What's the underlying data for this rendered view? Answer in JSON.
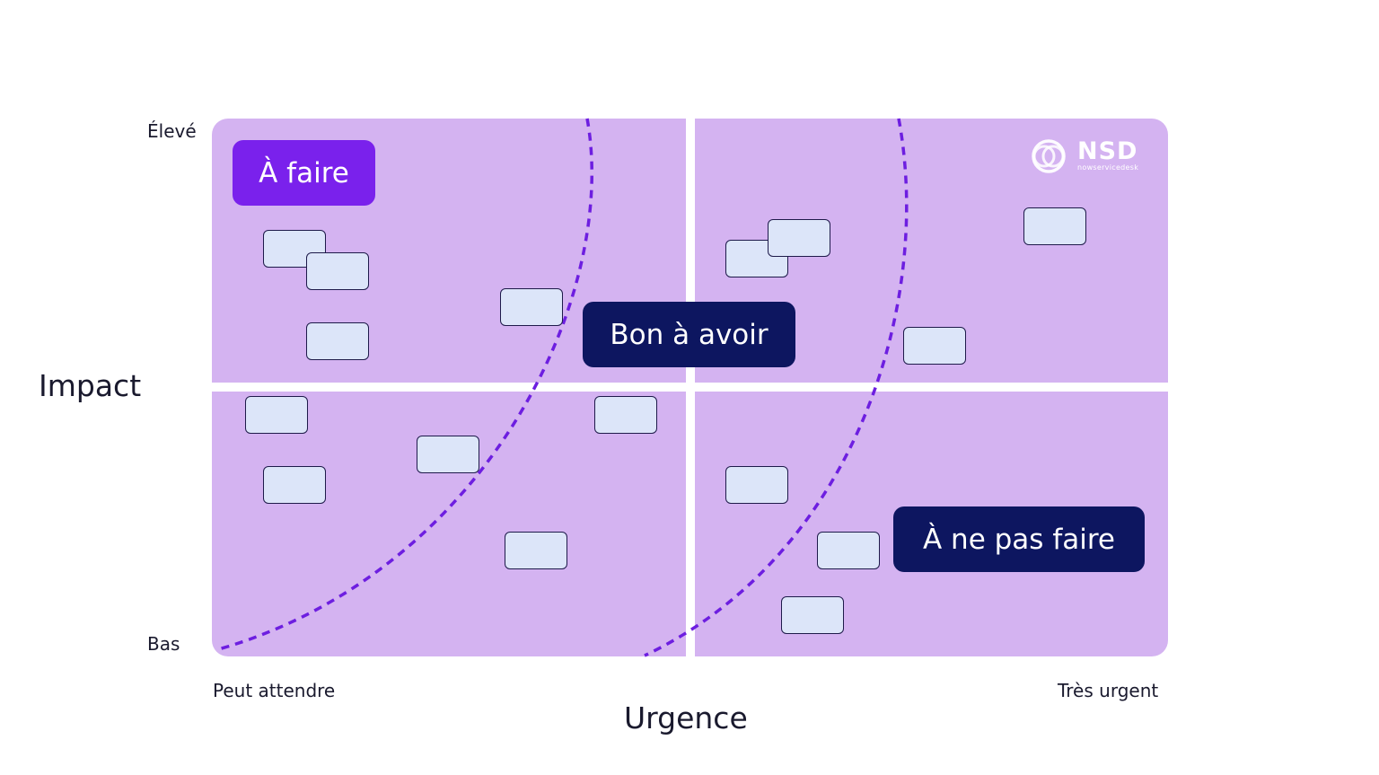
{
  "axes": {
    "y_title": "Impact",
    "y_high": "Élevé",
    "y_low": "Bas",
    "x_title": "Urgence",
    "x_low": "Peut attendre",
    "x_high": "Très urgent"
  },
  "labels": {
    "do": "À faire",
    "nice": "Bon à avoir",
    "dont": "À ne pas faire"
  },
  "logo": {
    "name": "NSD",
    "tagline": "nowservicedesk"
  },
  "colors": {
    "quadrant": "#d4b3f1",
    "accent_purple": "#7a21ec",
    "navy": "#0d1660",
    "card": "#dce5f9",
    "curve": "#6d1ee0"
  },
  "icons": [
    "nsd-logo-icon"
  ]
}
